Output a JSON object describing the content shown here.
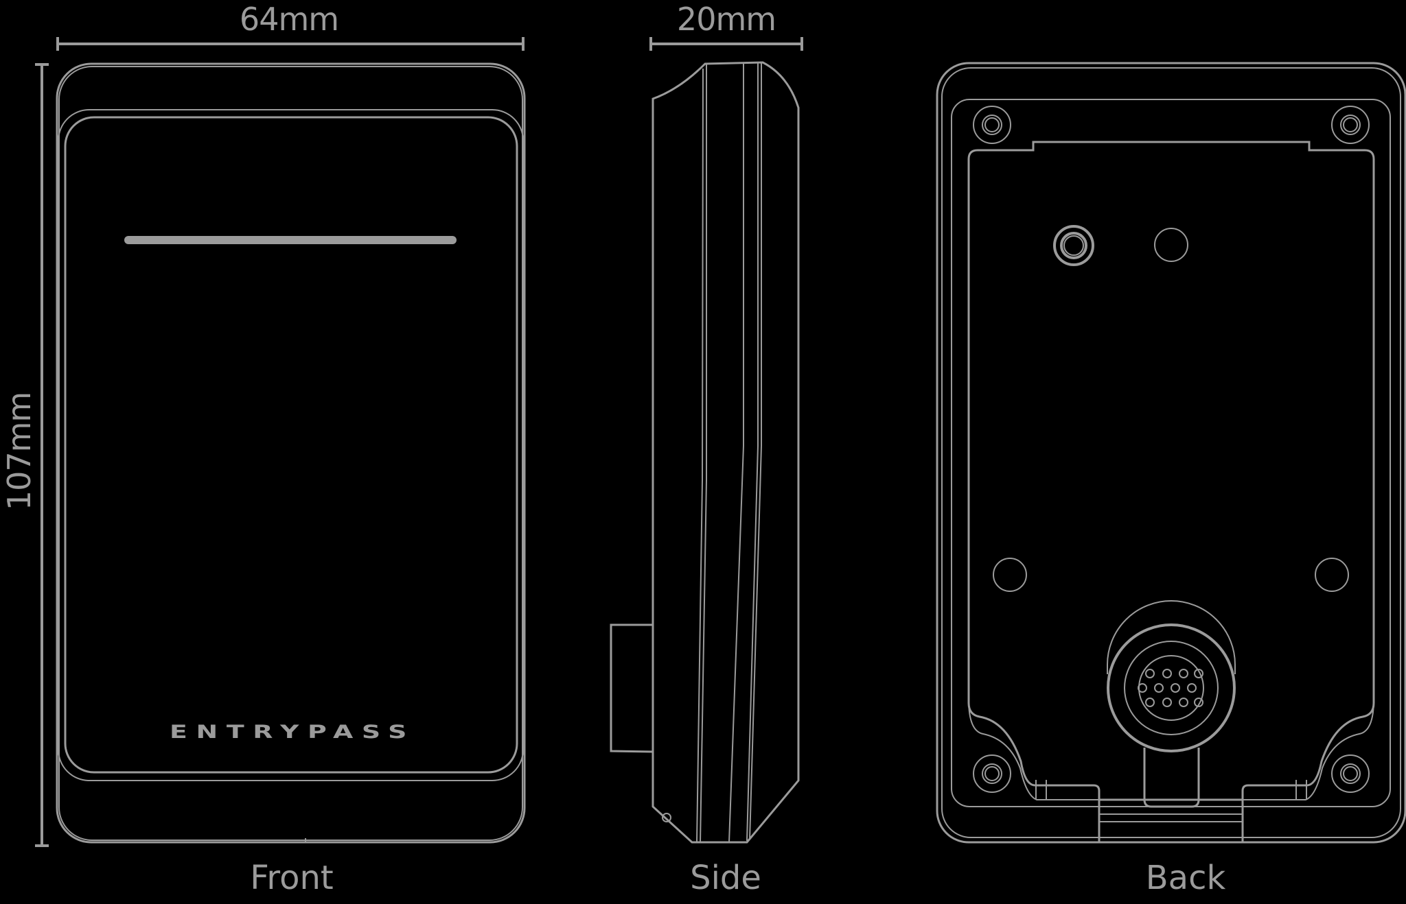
{
  "drawing": {
    "background": "#000000",
    "line_color": "#9b9b9b",
    "brand_logo": "ENTRYPASS"
  },
  "dimensions": {
    "width": "64mm",
    "depth": "20mm",
    "height": "107mm"
  },
  "views": [
    {
      "id": "front",
      "label": "Front"
    },
    {
      "id": "side",
      "label": "Side"
    },
    {
      "id": "back",
      "label": "Back"
    }
  ]
}
